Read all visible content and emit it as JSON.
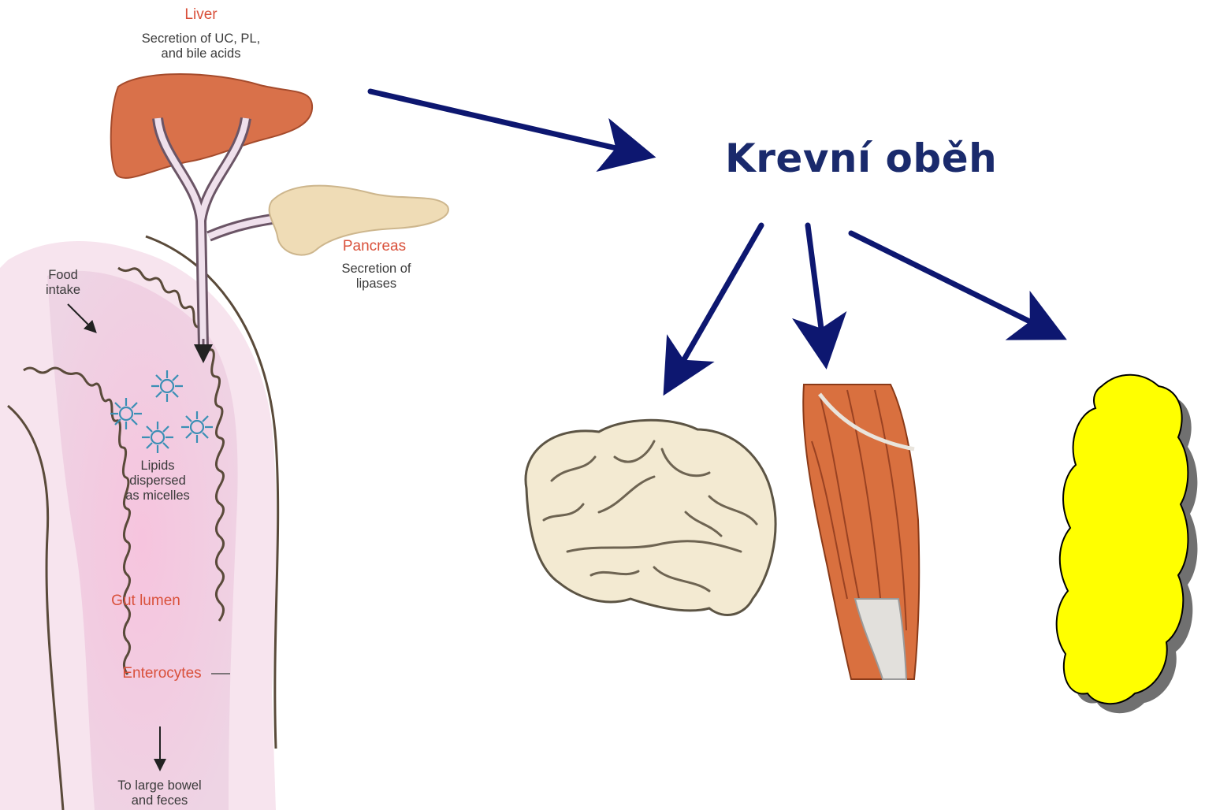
{
  "liver": {
    "name": "Liver",
    "line1": "Secretion of UC, PL,",
    "line2": "and bile acids"
  },
  "pancreas": {
    "name": "Pancreas",
    "line1": "Secretion of",
    "line2": "lipases"
  },
  "food": {
    "line1": "Food",
    "line2": "intake"
  },
  "lipids": {
    "line1": "Lipids",
    "line2": "dispersed",
    "line3": "as micelles"
  },
  "gut_lumen": "Gut lumen",
  "enterocytes": "Enterocytes",
  "bowel": {
    "line1": "To large bowel",
    "line2": "and feces"
  },
  "circulation_title": "Krevní oběh",
  "targets": [
    "brain-icon",
    "thigh-muscle-icon",
    "adipose-fat-icon"
  ],
  "colors": {
    "arrow": "#0d1770",
    "title": "#1a2a6c",
    "label_red": "#d9503a",
    "liver": "#d9714a",
    "gut": "#f3c6dd",
    "fat": "#ffff00",
    "muscle": "#d9703f",
    "brain": "#f3ead2"
  }
}
